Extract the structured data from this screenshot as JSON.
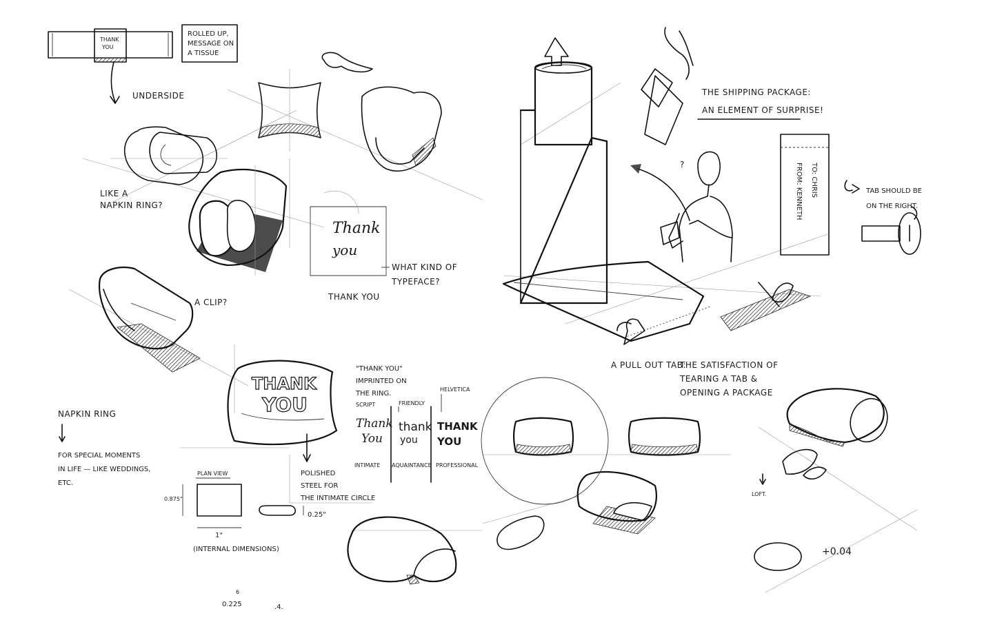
{
  "page": {
    "alt_title": "Thank-you napkin ring concept sketches"
  },
  "notes": {
    "rolled_up": [
      "ROLLED UP,",
      "MESSAGE ON",
      "A TISSUE"
    ],
    "band_label": [
      "THANK",
      "YOU"
    ],
    "underside": "UNDERSIDE",
    "napkin_ring_q": [
      "LIKE A",
      "NAPKIN RING?"
    ],
    "clip_q": "A CLIP?",
    "script_sample": [
      "Thank",
      "you"
    ],
    "typeface_q": [
      "WHAT KIND OF",
      "TYPEFACE?"
    ],
    "thank_you_caps": "THANK YOU",
    "imprint": [
      "\"THANK YOU\"",
      "IMPRINTED ON",
      "THE RING."
    ],
    "ring_emboss": [
      "THANK",
      "YOU"
    ],
    "polished": [
      "POLISHED",
      "STEEL FOR",
      "THE INTIMATE CIRCLE"
    ],
    "napkin_ring_title": "NAPKIN RING",
    "special_moments": [
      "FOR SPECIAL MOMENTS",
      "IN LIFE — LIKE WEDDINGS,",
      "ETC."
    ],
    "plan_view": "PLAN VIEW",
    "dim_height": "0.875\"",
    "dim_width": "1\"",
    "dim_thickness": "0.25\"",
    "internal_dims": "(INTERNAL DIMENSIONS)",
    "bottom_scribble_1": "6",
    "bottom_scribble_2": "0.225",
    "bottom_scribble_3": ".4.",
    "shipping": [
      "THE SHIPPING PACKAGE:",
      "AN ELEMENT OF SURPRISE!"
    ],
    "label_to": "TO: CHRIS",
    "label_from": "FROM: KENNETH",
    "tab_note": [
      "TAB SHOULD BE",
      "ON THE RIGHT."
    ],
    "pull_tab": "A PULL OUT TAB:",
    "satisfaction": [
      "THE SATISFACTION OF",
      "TEARING A TAB &",
      "OPENING A PACKAGE"
    ],
    "question_mark": "?",
    "loft": "LOFT.",
    "tolerance": "+0.04"
  },
  "typeface_compare": [
    {
      "header": "SCRIPT",
      "sample": [
        "Thank",
        "You"
      ],
      "caption": "INTIMATE"
    },
    {
      "header": "FRIENDLY",
      "sample": [
        "thank",
        "you"
      ],
      "caption": "AQUAINTANCE"
    },
    {
      "header": "HELVETICA",
      "sample": [
        "THANK",
        "YOU"
      ],
      "caption": "PROFESSIONAL"
    }
  ]
}
